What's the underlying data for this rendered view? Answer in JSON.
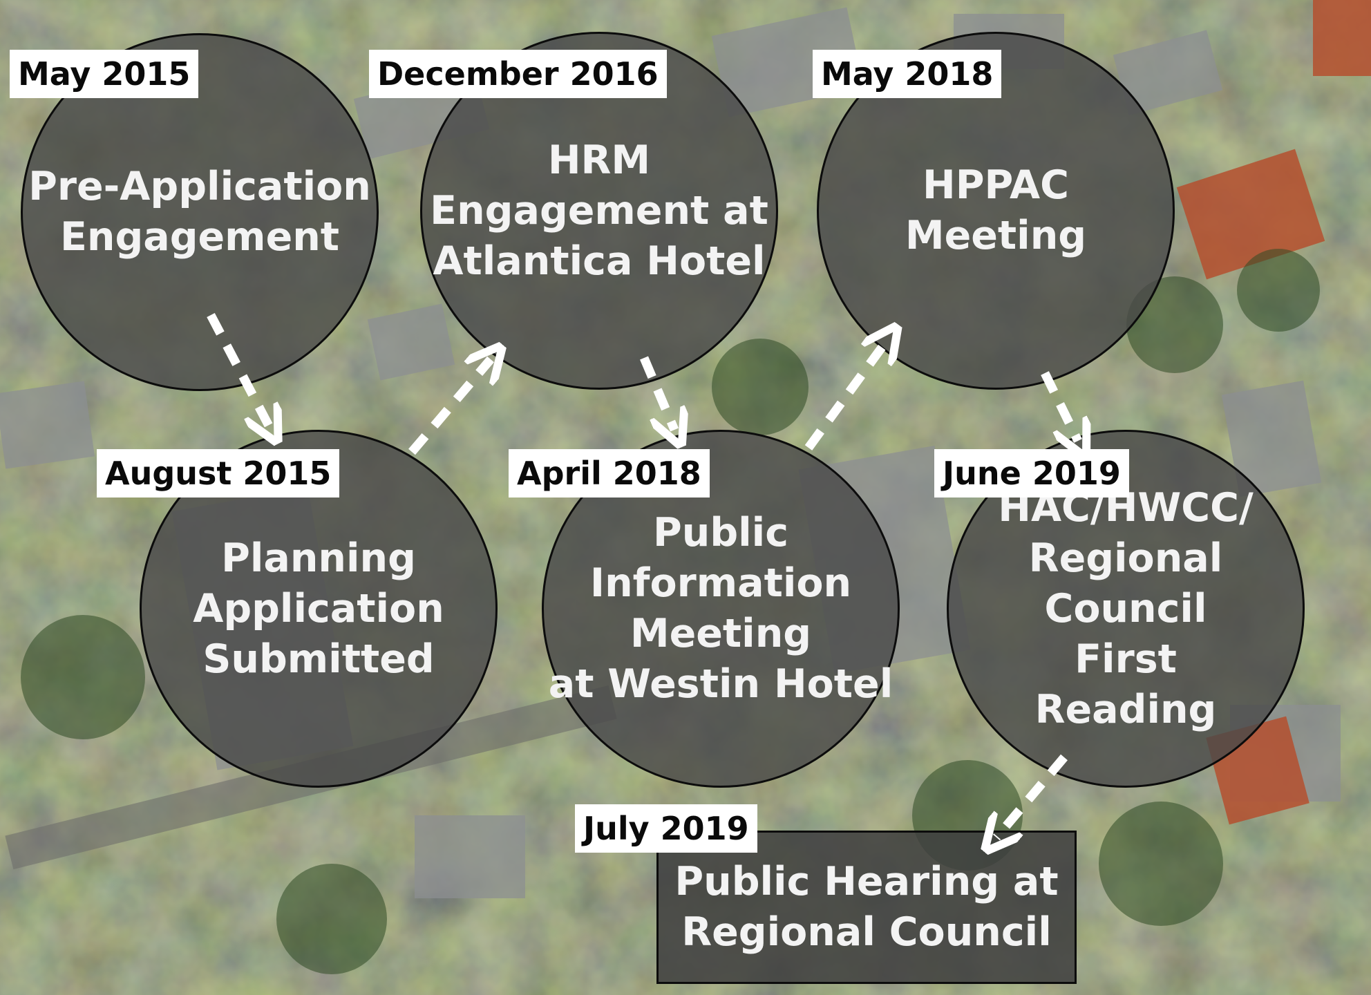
{
  "stages": [
    {
      "date": "May 2015",
      "title": "Pre-Application\nEngagement"
    },
    {
      "date": "August 2015",
      "title": "Planning\nApplication\nSubmitted"
    },
    {
      "date": "December 2016",
      "title": "HRM\nEngagement at\nAtlantica Hotel"
    },
    {
      "date": "April 2018",
      "title": "Public\nInformation\nMeeting\nat Westin Hotel"
    },
    {
      "date": "May 2018",
      "title": "HPPAC\nMeeting"
    },
    {
      "date": "June 2019",
      "title": "HAC/HWCC/\nRegional Council\nFirst\nReading"
    }
  ],
  "final_stage": {
    "date": "July 2019",
    "title": "Public Hearing at\nRegional Council"
  },
  "colors": {
    "circle_fill": "#484848",
    "text": "#f3f3f3",
    "label_bg": "#ffffff",
    "arrow": "#ffffff"
  }
}
